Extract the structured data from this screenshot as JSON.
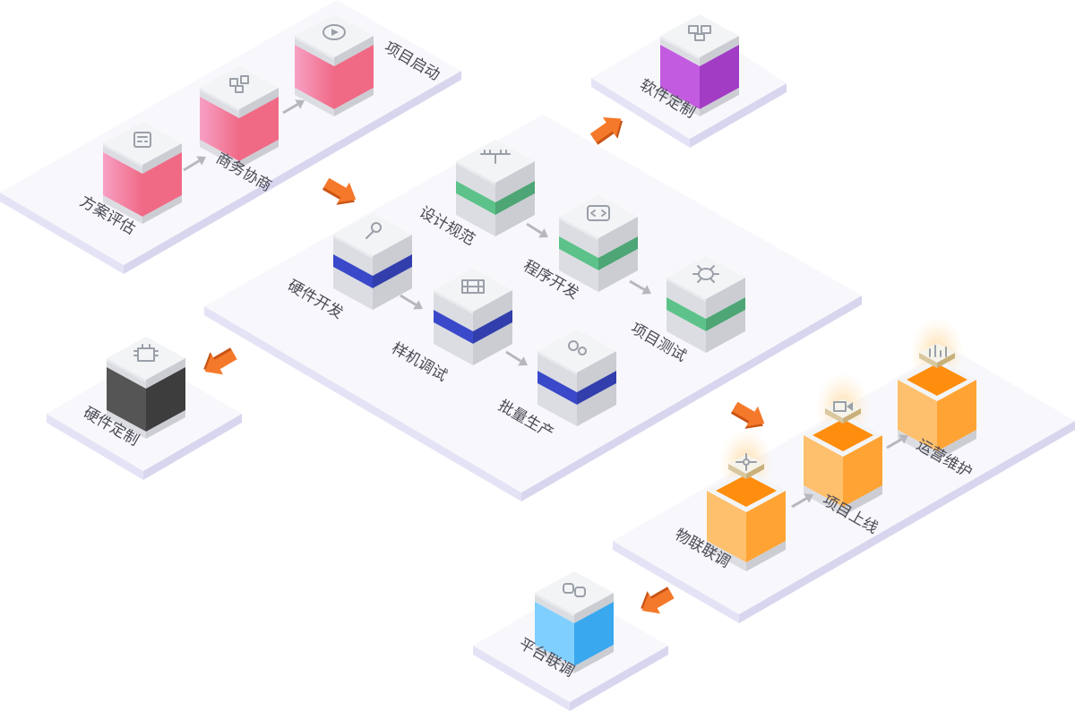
{
  "colors": {
    "platform_top": "#f8f8fc",
    "platform_left": "#e4e3f6",
    "platform_right": "#d8d6ee",
    "cube_shell_top": "#f3f4f6",
    "cube_shell_left": "#dcdde2",
    "cube_shell_right": "#cbcdd3",
    "pink": "#f07aa8",
    "green": "#5cc28a",
    "blue": "#3a49c9",
    "purple": "#b548d6",
    "dark": "#4a4a4a",
    "cyan": "#4ab8f2",
    "orange": "#ff9a1e",
    "arrow_orange": "#f5792a",
    "arrow_gray": "#b7b7bf"
  },
  "sections": {
    "planning": {
      "steps": [
        {
          "label": "方案评估",
          "icon": "calculator-icon",
          "color": "pink"
        },
        {
          "label": "商务协商",
          "icon": "blocks-icon",
          "color": "pink"
        },
        {
          "label": "项目启动",
          "icon": "play-icon",
          "color": "pink"
        }
      ]
    },
    "software": {
      "label": "软件定制",
      "icon": "puzzle-icon",
      "color": "purple"
    },
    "development": {
      "software_track": [
        {
          "label": "设计规范",
          "icon": "ruler-icon",
          "color": "green"
        },
        {
          "label": "程序开发",
          "icon": "code-icon",
          "color": "green"
        },
        {
          "label": "项目测试",
          "icon": "bug-icon",
          "color": "green"
        }
      ],
      "hardware_track": [
        {
          "label": "硬件开发",
          "icon": "wrench-icon",
          "color": "blue"
        },
        {
          "label": "样机调试",
          "icon": "board-icon",
          "color": "blue"
        },
        {
          "label": "批量生产",
          "icon": "gears-icon",
          "color": "blue"
        }
      ]
    },
    "hardware_custom": {
      "label": "硬件定制",
      "icon": "chip-icon",
      "color": "dark"
    },
    "launch": {
      "steps": [
        {
          "label": "物联联调",
          "icon": "network-icon",
          "color": "orange"
        },
        {
          "label": "项目上线",
          "icon": "camera-icon",
          "color": "orange"
        },
        {
          "label": "运营维护",
          "icon": "chart-icon",
          "color": "orange"
        }
      ]
    },
    "platform": {
      "label": "平台联调",
      "icon": "link-icon",
      "color": "cyan"
    }
  }
}
